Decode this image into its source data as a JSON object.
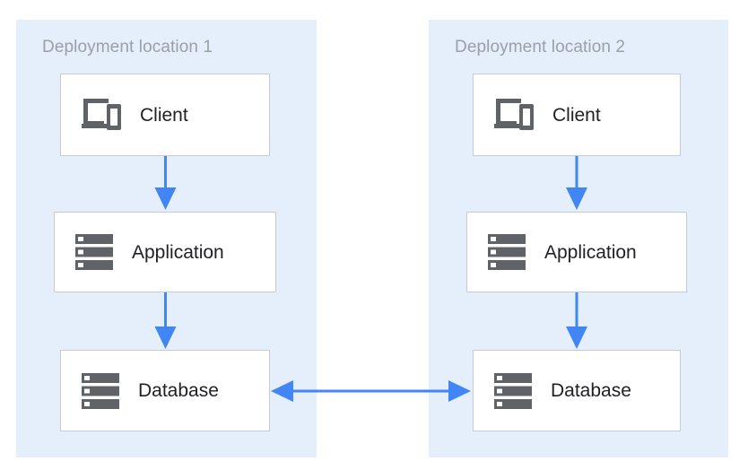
{
  "diagram": {
    "title_text_color": "#9AA0A6",
    "zone_background_color": "#E4EFFB",
    "node_background_color": "#FFFFFF",
    "node_border_color": "#C6CCD2",
    "arrow_color": "#4285F4",
    "icon_color": "#5F6368",
    "label_color": "#202124",
    "zones": [
      {
        "title": "Deployment location 1",
        "nodes": [
          {
            "label": "Client",
            "icon": "devices-icon"
          },
          {
            "label": "Application",
            "icon": "server-icon"
          },
          {
            "label": "Database",
            "icon": "server-icon"
          }
        ],
        "connections": [
          {
            "from": "Client",
            "to": "Application",
            "direction": "down"
          },
          {
            "from": "Application",
            "to": "Database",
            "direction": "down"
          }
        ]
      },
      {
        "title": "Deployment location 2",
        "nodes": [
          {
            "label": "Client",
            "icon": "devices-icon"
          },
          {
            "label": "Application",
            "icon": "server-icon"
          },
          {
            "label": "Database",
            "icon": "server-icon"
          }
        ],
        "connections": [
          {
            "from": "Client",
            "to": "Application",
            "direction": "down"
          },
          {
            "from": "Application",
            "to": "Database",
            "direction": "down"
          }
        ]
      }
    ],
    "cross_zone_connection": {
      "from": "Database (Deployment location 1)",
      "to": "Database (Deployment location 2)",
      "direction": "bidirectional"
    }
  }
}
